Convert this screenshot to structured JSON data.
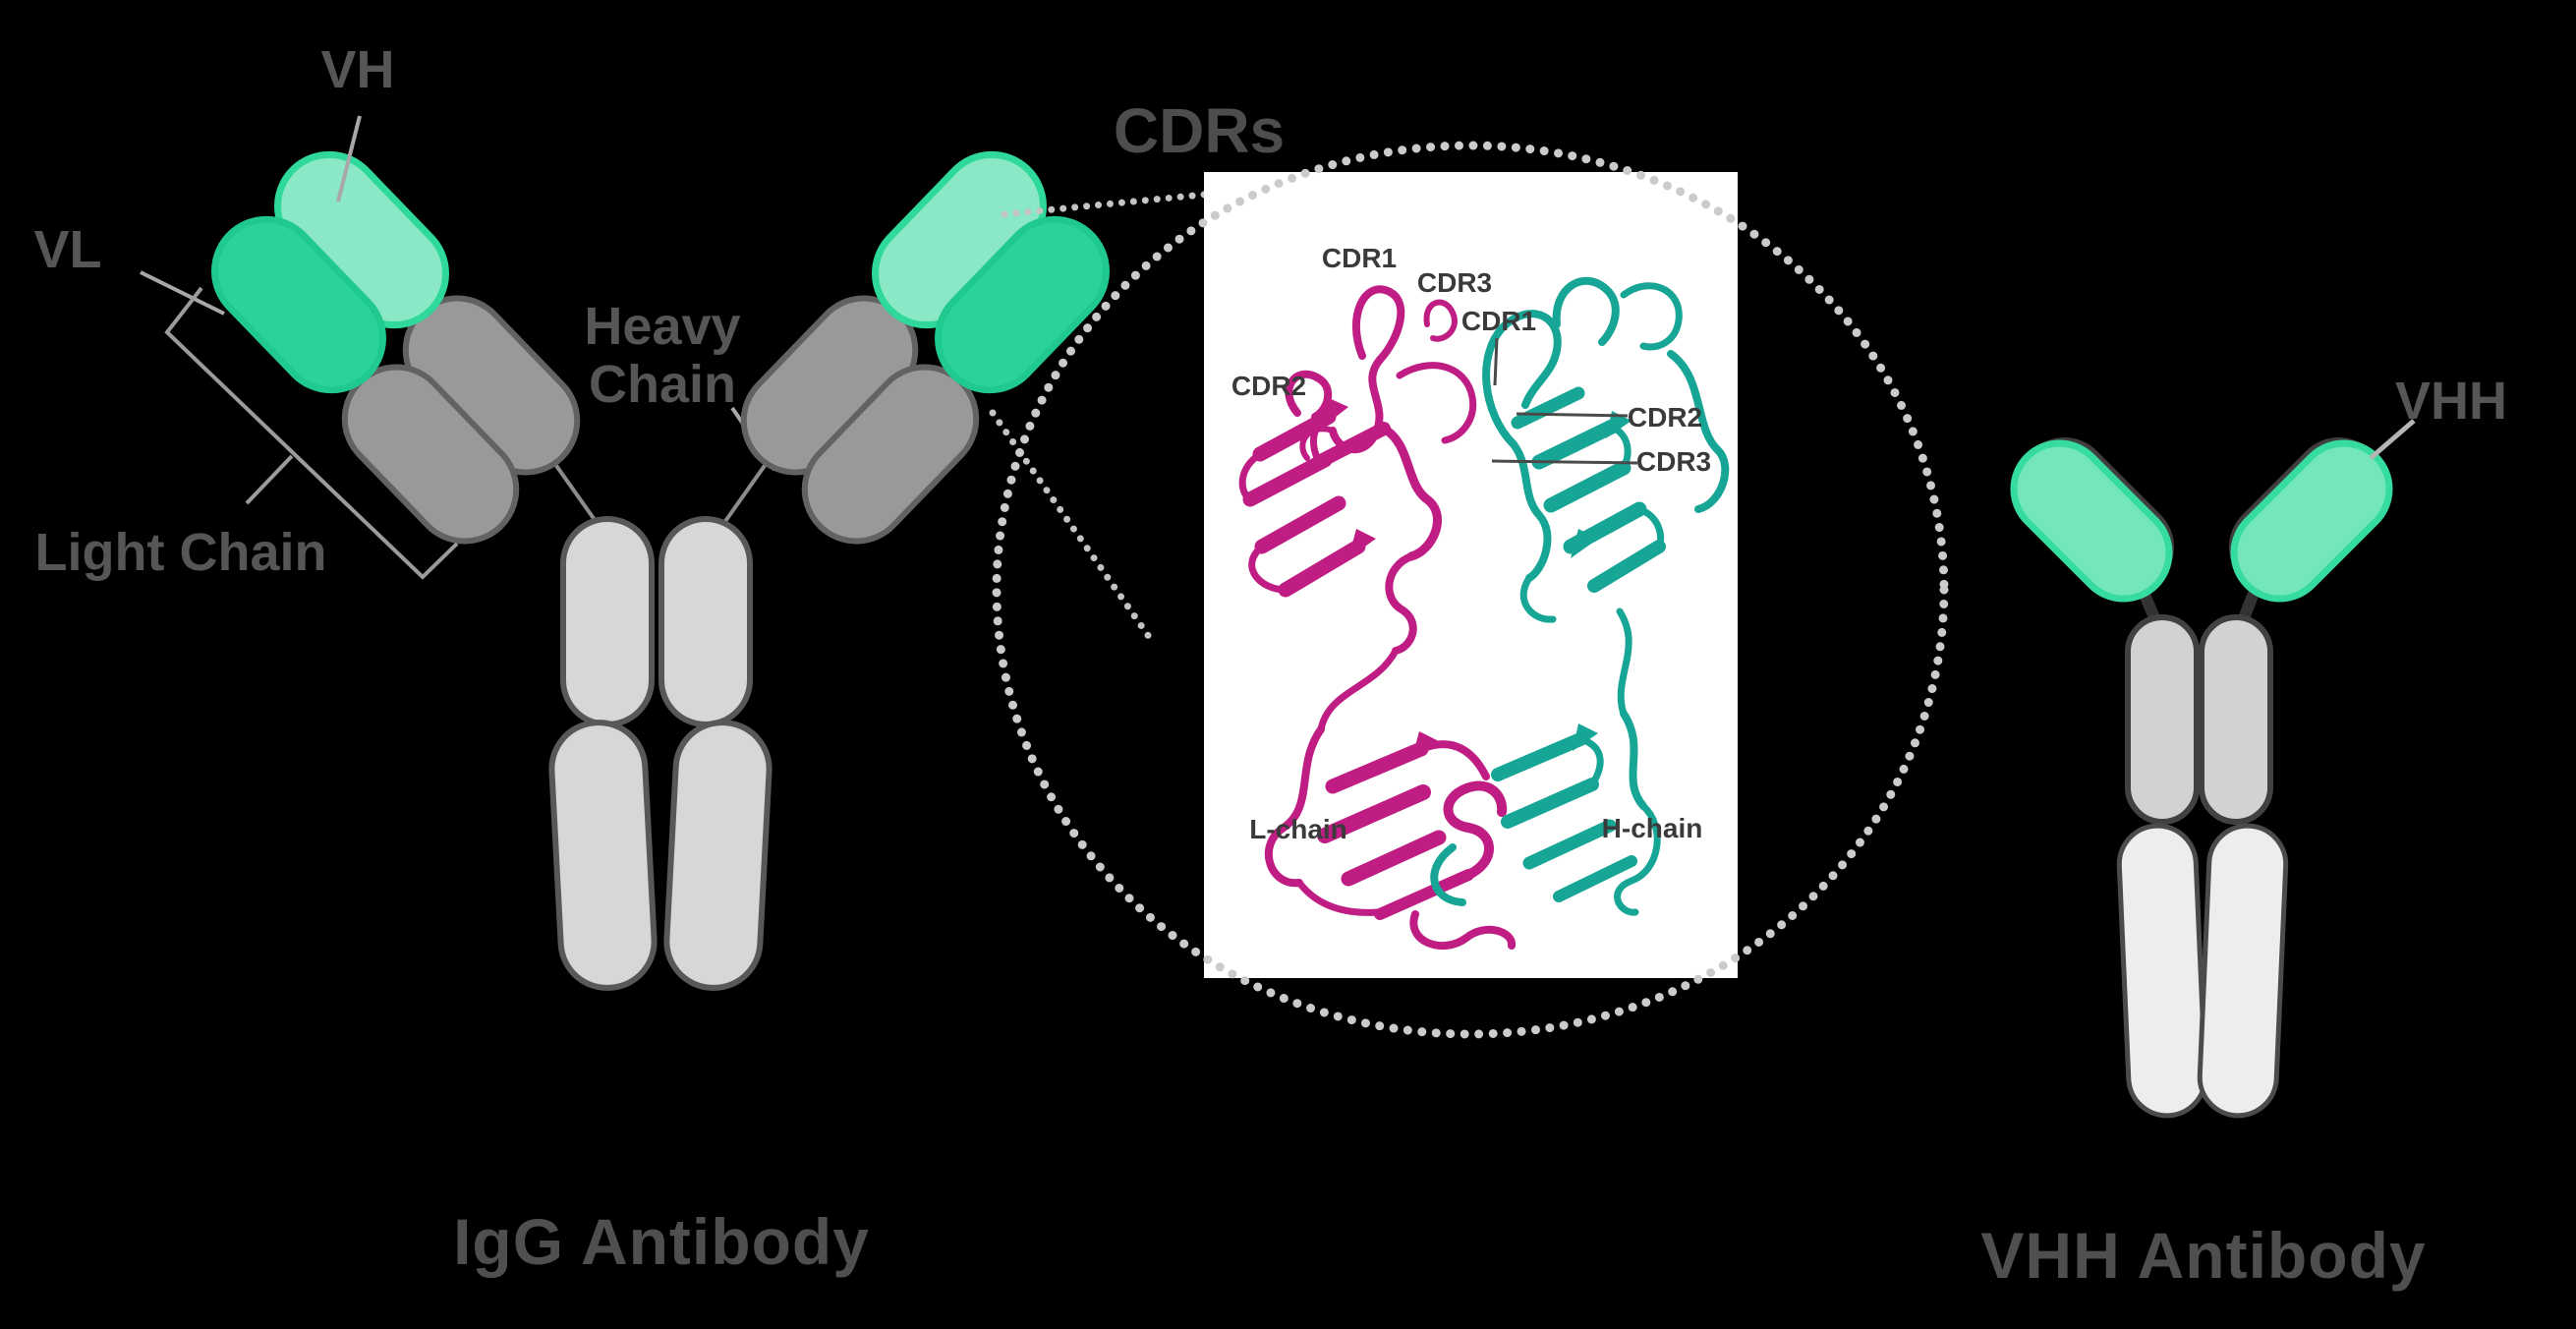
{
  "igg": {
    "labels": {
      "vh": "VH",
      "vl": "VL",
      "heavy_chain": [
        "Heavy",
        "Chain"
      ],
      "light_chain": "Light Chain"
    },
    "caption": "IgG Antibody",
    "colors": {
      "vh_fill": "#8BE8C6",
      "vh_stroke": "#2FD89B",
      "vl_fill": "#2BD39A",
      "vl_stroke": "#20C98E",
      "arm_gray_fill": "#999999",
      "arm_gray_stroke": "#626262",
      "body_fill": "#D7D7D7",
      "body_stroke": "#585858"
    }
  },
  "inset": {
    "title": "CDRs",
    "labels": {
      "cdr1_l": "CDR1",
      "cdr2_l": "CDR2",
      "cdr3_l": "CDR3",
      "cdr1_h": "CDR1",
      "cdr2_h": "CDR2",
      "cdr3_h": "CDR3",
      "l_chain": "L-chain",
      "h_chain": "H-chain"
    },
    "colors": {
      "l_chain": "#C01D84",
      "h_chain": "#17A596",
      "box": "#FFFFFF",
      "dots": "#CBCBCB"
    }
  },
  "vhh": {
    "label": "VHH",
    "caption": "VHH Antibody",
    "colors": {
      "arm_fill": "#73E6BC",
      "arm_stroke": "#36DBA0",
      "upper_fill": "#D2D2D2",
      "upper_stroke": "#414141",
      "lower_fill": "#EDEDED",
      "lower_stroke": "#4B4B4B",
      "connector": "#333333"
    }
  },
  "text_color": "#565656"
}
